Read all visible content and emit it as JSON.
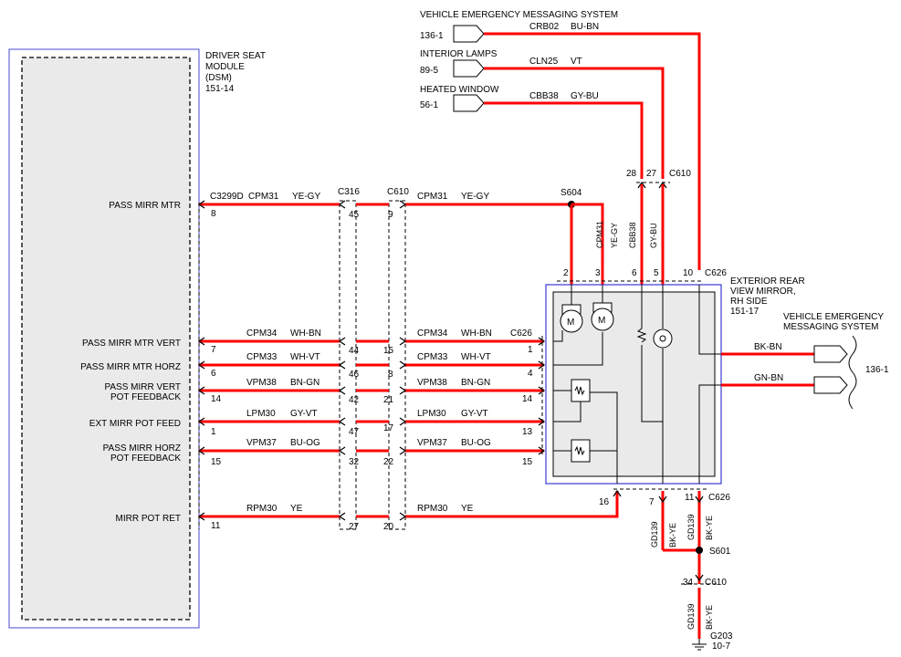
{
  "dsm": {
    "title_lines": [
      "DRIVER SEAT",
      "MODULE",
      "(DSM)",
      "151-14"
    ],
    "connector": "C3299D",
    "pins": [
      {
        "label": [
          "PASS MIRR MTR"
        ],
        "pin": "8"
      },
      {
        "label": [
          "PASS MIRR MTR VERT"
        ],
        "pin": "7"
      },
      {
        "label": [
          "PASS MIRR MTR HORZ"
        ],
        "pin": "6"
      },
      {
        "label": [
          "PASS MIRR VERT",
          "POT FEEDBACK"
        ],
        "pin": "14"
      },
      {
        "label": [
          "EXT MIRR POT FEED"
        ],
        "pin": "1"
      },
      {
        "label": [
          "PASS MIRR HORZ",
          "POT FEEDBACK"
        ],
        "pin": "15"
      },
      {
        "label": [
          "MIRR POT RET"
        ],
        "pin": "11"
      }
    ]
  },
  "inline_connectors": [
    {
      "name": "C316",
      "pins": [
        "45",
        "44",
        "46",
        "42",
        "47",
        "32",
        "27"
      ]
    },
    {
      "name": "C610",
      "pins": [
        "9",
        "15",
        "8",
        "21",
        "17",
        "22",
        "20"
      ]
    }
  ],
  "circuits_left": [
    {
      "circuit": "CPM31",
      "color": "YE-GY"
    },
    {
      "circuit": "CPM34",
      "color": "WH-BN"
    },
    {
      "circuit": "CPM33",
      "color": "WH-VT"
    },
    {
      "circuit": "VPM38",
      "color": "BN-GN"
    },
    {
      "circuit": "LPM30",
      "color": "GY-VT"
    },
    {
      "circuit": "VPM37",
      "color": "BU-OG"
    },
    {
      "circuit": "RPM30",
      "color": "YE"
    }
  ],
  "circuits_right": [
    {
      "circuit": "CPM31",
      "color": "YE-GY"
    },
    {
      "circuit": "CPM34",
      "color": "WH-BN"
    },
    {
      "circuit": "CPM33",
      "color": "WH-VT"
    },
    {
      "circuit": "VPM38",
      "color": "BN-GN"
    },
    {
      "circuit": "LPM30",
      "color": "GY-VT"
    },
    {
      "circuit": "VPM37",
      "color": "BU-OG"
    },
    {
      "circuit": "RPM30",
      "color": "YE"
    }
  ],
  "splice_s604": "S604",
  "mirror": {
    "title_lines": [
      "EXTERIOR REAR",
      "VIEW MIRROR,",
      "RH SIDE",
      "151-17"
    ],
    "connector": "C626",
    "left_pins": [
      "1",
      "4",
      "14",
      "13",
      "15"
    ],
    "top_pins": [
      "2",
      "3",
      "6",
      "5",
      "10"
    ],
    "bottom_pins": [
      "16",
      "7",
      "11"
    ],
    "motor_symbol": "M"
  },
  "top_sources": [
    {
      "name": "VEHICLE EMERGENCY MESSAGING SYSTEM",
      "ref": "136-1",
      "circuit": "CRB02",
      "color": "BU-BN"
    },
    {
      "name": "INTERIOR LAMPS",
      "ref": "89-5",
      "circuit": "CLN25",
      "color": "VT"
    },
    {
      "name": "HEATED WINDOW",
      "ref": "56-1",
      "circuit": "CBB38",
      "color": "GY-BU"
    }
  ],
  "c610_upper": {
    "name": "C610",
    "pins": [
      "28",
      "27"
    ]
  },
  "vertical_labels": [
    {
      "circuit": "CPM31",
      "color": "YE-GY"
    },
    {
      "circuit": "CBB38",
      "color": "GY-BU"
    }
  ],
  "vems_right": {
    "title_lines": [
      "VEHICLE EMERGENCY",
      "MESSAGING SYSTEM"
    ],
    "ref": "136-1",
    "wires": [
      "BK-BN",
      "GN-BN"
    ]
  },
  "ground": {
    "circuit": "GD139",
    "color": "BK-YE",
    "splice": "S601",
    "connector": "C610",
    "pin": "34",
    "ground_point": "G203",
    "ground_ref": "10-7"
  }
}
